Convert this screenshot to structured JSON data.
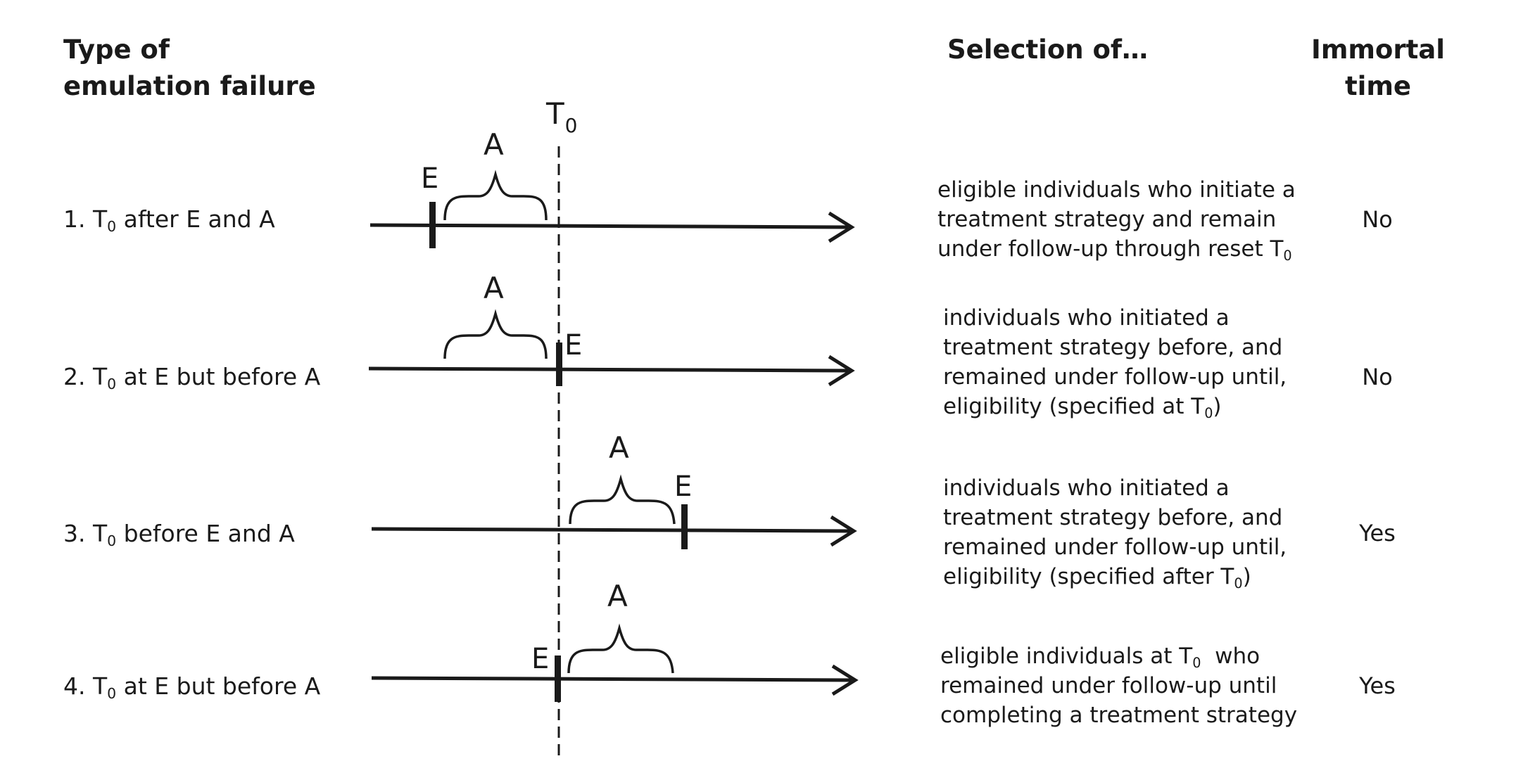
{
  "headers": {
    "type_line1": "Type of",
    "type_line2": "emulation failure",
    "selection": "Selection of…",
    "immortal_line1": "Immortal",
    "immortal_line2": "time"
  },
  "time_zero_label": {
    "main": "T",
    "sub": "0"
  },
  "marker_labels": {
    "eligibility": "E",
    "assignment": "A"
  },
  "rows": [
    {
      "label": {
        "prefix": "1. T",
        "sub": "0",
        "suffix": " after E and A"
      },
      "selection_lines": [
        {
          "text": "eligible individuals who initiate a"
        },
        {
          "text": "treatment strategy and remain"
        },
        {
          "text": "under follow-up through reset T",
          "sub": "0"
        }
      ],
      "immortal_time": "No"
    },
    {
      "label": {
        "prefix": "2. T",
        "sub": "0",
        "suffix": " at E but before A"
      },
      "selection_lines": [
        {
          "text": "individuals who initiated a"
        },
        {
          "text": "treatment strategy before, and"
        },
        {
          "text": "remained under follow-up until,"
        },
        {
          "text": "eligibility (specified at T",
          "sub": "0",
          "after": ")"
        }
      ],
      "immortal_time": "No"
    },
    {
      "label": {
        "prefix": "3. T",
        "sub": "0",
        "suffix": " before E and A"
      },
      "selection_lines": [
        {
          "text": "individuals who initiated a"
        },
        {
          "text": "treatment strategy before, and"
        },
        {
          "text": "remained under follow-up until,"
        },
        {
          "text": "eligibility (specified after T",
          "sub": "0",
          "after": ")"
        }
      ],
      "immortal_time": "Yes"
    },
    {
      "label": {
        "prefix": "4. T",
        "sub": "0",
        "suffix": " at E but before A"
      },
      "selection_lines": [
        {
          "text": "eligible individuals at T",
          "sub": "0",
          "after": "  who"
        },
        {
          "text": "remained under follow-up until"
        },
        {
          "text": "completing a treatment strategy"
        }
      ],
      "immortal_time": "Yes"
    }
  ]
}
